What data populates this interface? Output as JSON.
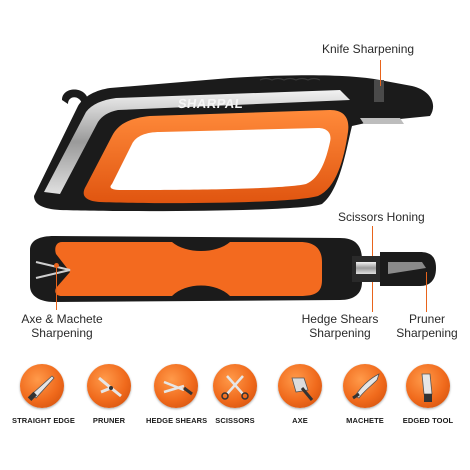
{
  "brand": "SHARPAL",
  "callouts": {
    "knife": "Knife Sharpening",
    "scissors_honing": "Scissors Honing",
    "axe_line1": "Axe & Machete",
    "axe_line2": "Sharpening",
    "hedge_line1": "Hedge Shears",
    "hedge_line2": "Sharpening",
    "pruner_line1": "Pruner",
    "pruner_line2": "Sharpening"
  },
  "tools": [
    {
      "label": "STRAIGHT EDGE",
      "icon": "straight-edge-knife-icon"
    },
    {
      "label": "PRUNER",
      "icon": "pruner-icon"
    },
    {
      "label": "HEDGE SHEARS",
      "icon": "hedge-shears-icon"
    },
    {
      "label": "SCISSORS",
      "icon": "scissors-icon"
    },
    {
      "label": "AXE",
      "icon": "axe-icon"
    },
    {
      "label": "MACHETE",
      "icon": "machete-icon"
    },
    {
      "label": "EDGED TOOL",
      "icon": "edged-tool-icon"
    }
  ],
  "colors": {
    "accent": "#e8641c",
    "body": "#1b1b1b",
    "handle": "#f36a1f"
  }
}
